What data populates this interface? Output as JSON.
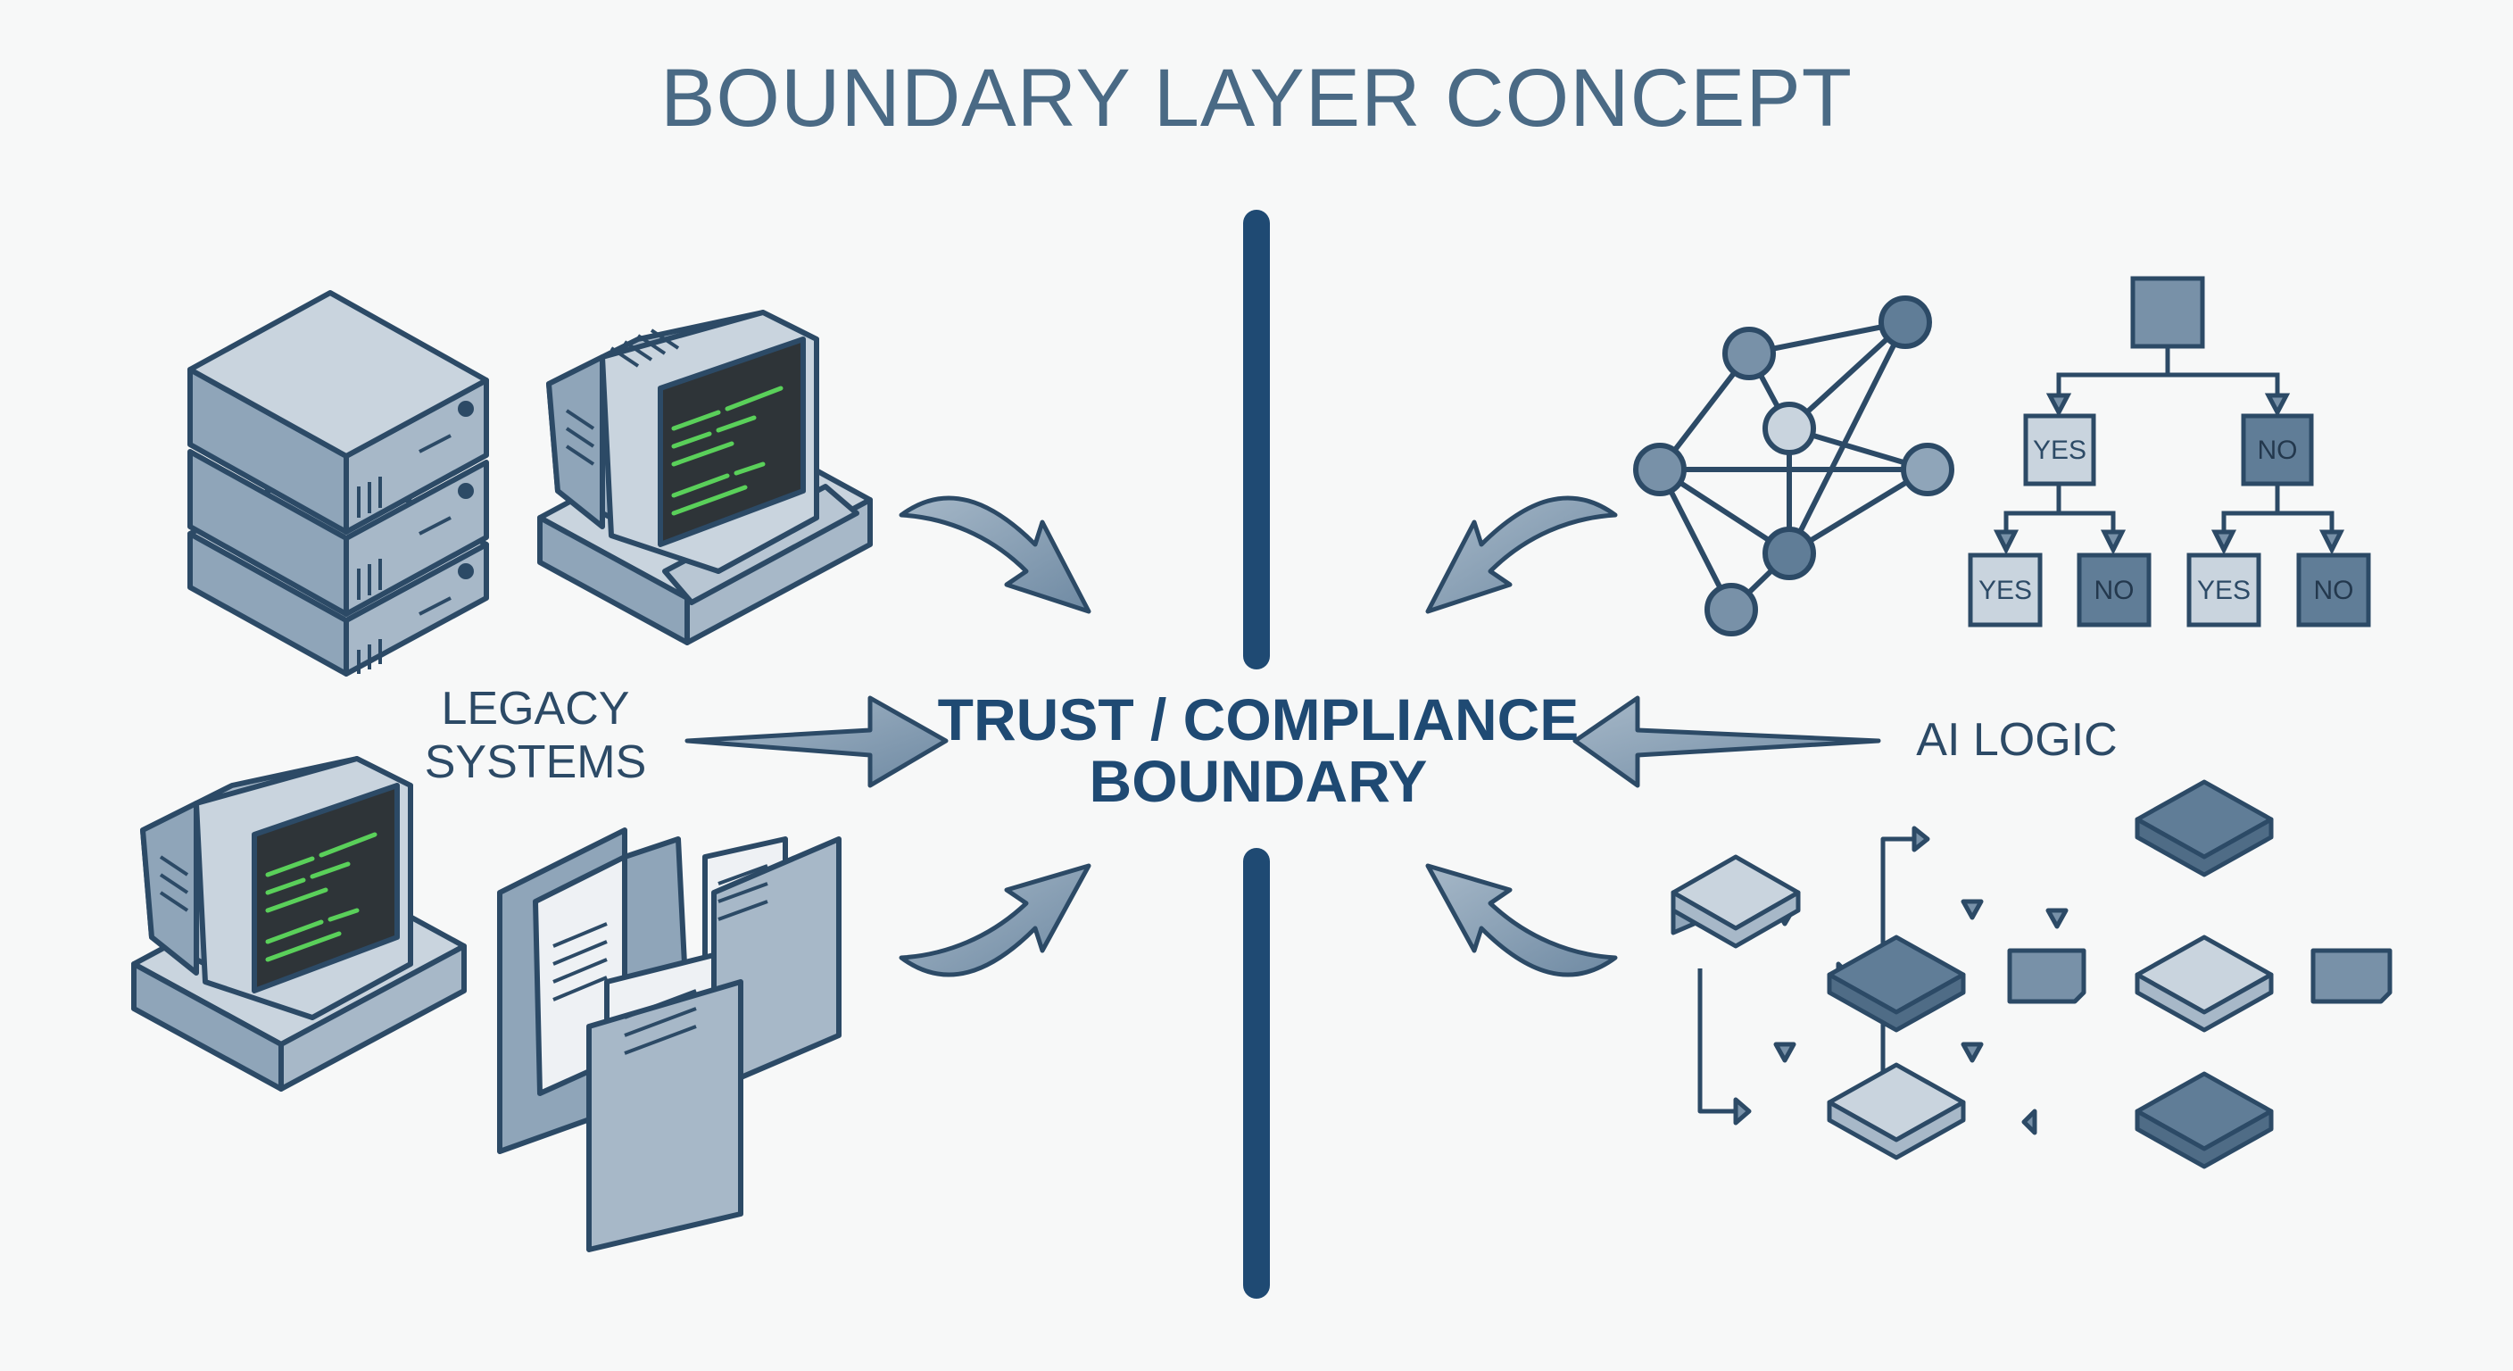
{
  "title": "BOUNDARY LAYER CONCEPT",
  "center": {
    "line1": "TRUST / COMPLIANCE",
    "line2": "BOUNDARY"
  },
  "left_group": {
    "label_line1": "LEGACY",
    "label_line2": "SYSTEMS",
    "icons": [
      "server-stack-icon",
      "retro-computer-icon",
      "retro-computer-icon",
      "file-folders-icon"
    ]
  },
  "right_group": {
    "label": "AI LOGIC",
    "icons": [
      "network-graph-icon",
      "decision-tree-icon",
      "flowchart-icon"
    ]
  },
  "decision_tree": {
    "level1": [
      "YES",
      "NO"
    ],
    "level2": [
      "YES",
      "NO",
      "YES",
      "NO"
    ]
  },
  "colors": {
    "background": "#f7f8f8",
    "boundary_line": "#1f4a73",
    "title_text": "#4a6a85",
    "outline": "#2c4a66",
    "fill_light": "#c9d4de",
    "fill_mid": "#8fa5b9",
    "fill_dark": "#607d97",
    "screen": "#2e3438",
    "terminal_green": "#5ad05a"
  }
}
